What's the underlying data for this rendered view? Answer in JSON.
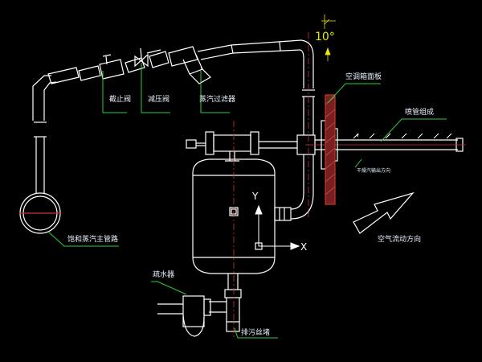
{
  "colors": {
    "background": "#000000",
    "pipe": "#ffffff",
    "leader": "#2ecc40",
    "label": "#e8f2ff",
    "dim": "#e8e800",
    "panel": "#c0392b",
    "centerline": "#cc3333"
  },
  "labels": {
    "stop_valve": "截止阀",
    "reducing_valve": "减压阀",
    "steam_filter": "蒸汽过滤器",
    "ac_panel": "空调箱面板",
    "nozzle_pipe": "喷管组成",
    "saturated_main": "饱和蒸汽主管路",
    "drain": "疏水器",
    "sewage_drain": "排污丝堵",
    "air_flow": "空气流动方向",
    "small_note": "干燥汽输出方向"
  },
  "dimension": {
    "angle": "10°"
  },
  "axes": {
    "y": "Y",
    "x": "X"
  }
}
